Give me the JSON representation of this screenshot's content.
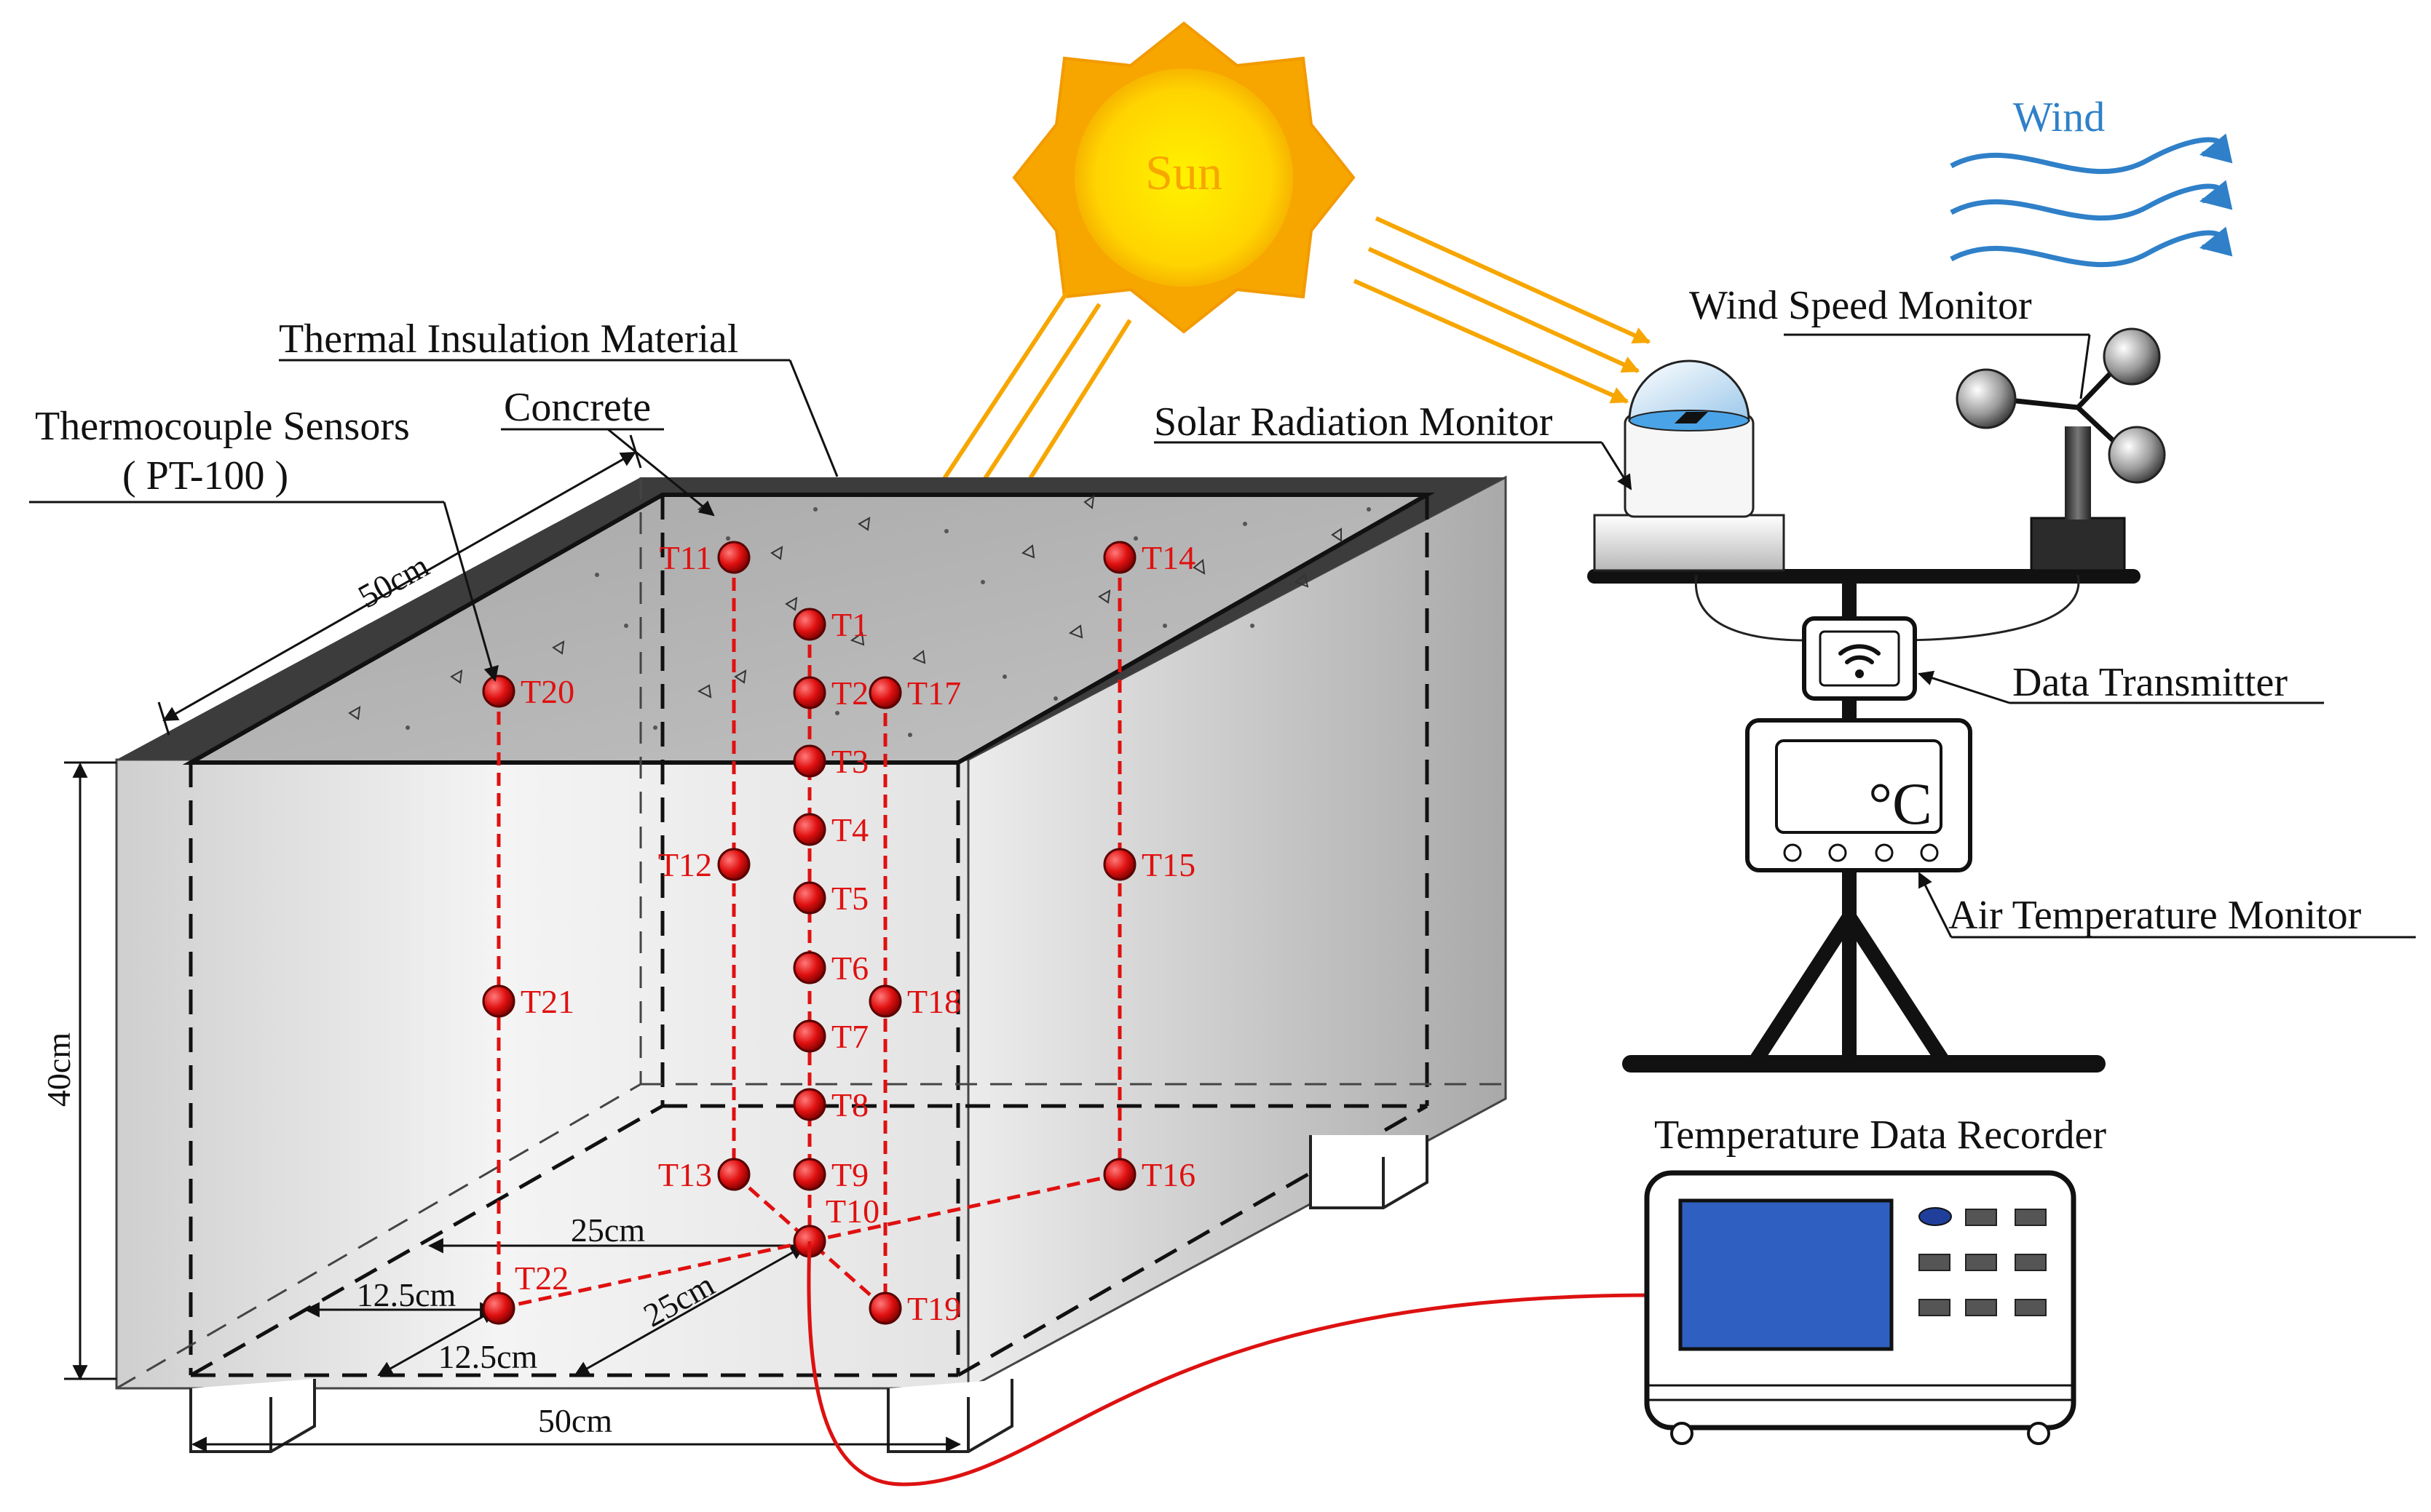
{
  "labels": {
    "sun": "Sun",
    "wind": "Wind",
    "wind_speed_monitor": "Wind Speed Monitor",
    "solar_radiation_monitor": "Solar Radiation Monitor",
    "data_transmitter": "Data Transmitter",
    "air_temperature_monitor": "Air Temperature Monitor",
    "temperature_data_recorder": "Temperature Data Recorder",
    "thermal_insulation_material": "Thermal Insulation Material",
    "concrete": "Concrete",
    "thermocouple_sensors_line1": "Thermocouple Sensors",
    "thermocouple_sensors_line2": "( PT-100 )",
    "temp_display_unit": "°C"
  },
  "dimensions": {
    "top_depth": "50cm",
    "height": "40cm",
    "bottom_width": "50cm",
    "inner_25_horizontal": "25cm",
    "inner_25_diagonal": "25cm",
    "offset_12_5_horizontal": "12.5cm",
    "offset_12_5_diagonal": "12.5cm"
  },
  "sensors": {
    "T1": "T1",
    "T2": "T2",
    "T3": "T3",
    "T4": "T4",
    "T5": "T5",
    "T6": "T6",
    "T7": "T7",
    "T8": "T8",
    "T9": "T9",
    "T10": "T10",
    "T11": "T11",
    "T12": "T12",
    "T13": "T13",
    "T14": "T14",
    "T15": "T15",
    "T16": "T16",
    "T17": "T17",
    "T18": "T18",
    "T19": "T19",
    "T20": "T20",
    "T21": "T21",
    "T22": "T22"
  },
  "colors": {
    "sensor_red": "#e01010",
    "sun_orange": "#f7a600",
    "sun_yellow": "#ffe000",
    "wind_blue": "#2f80c8",
    "cable_red": "#dd1111",
    "screen_blue": "#2f5fc0"
  }
}
